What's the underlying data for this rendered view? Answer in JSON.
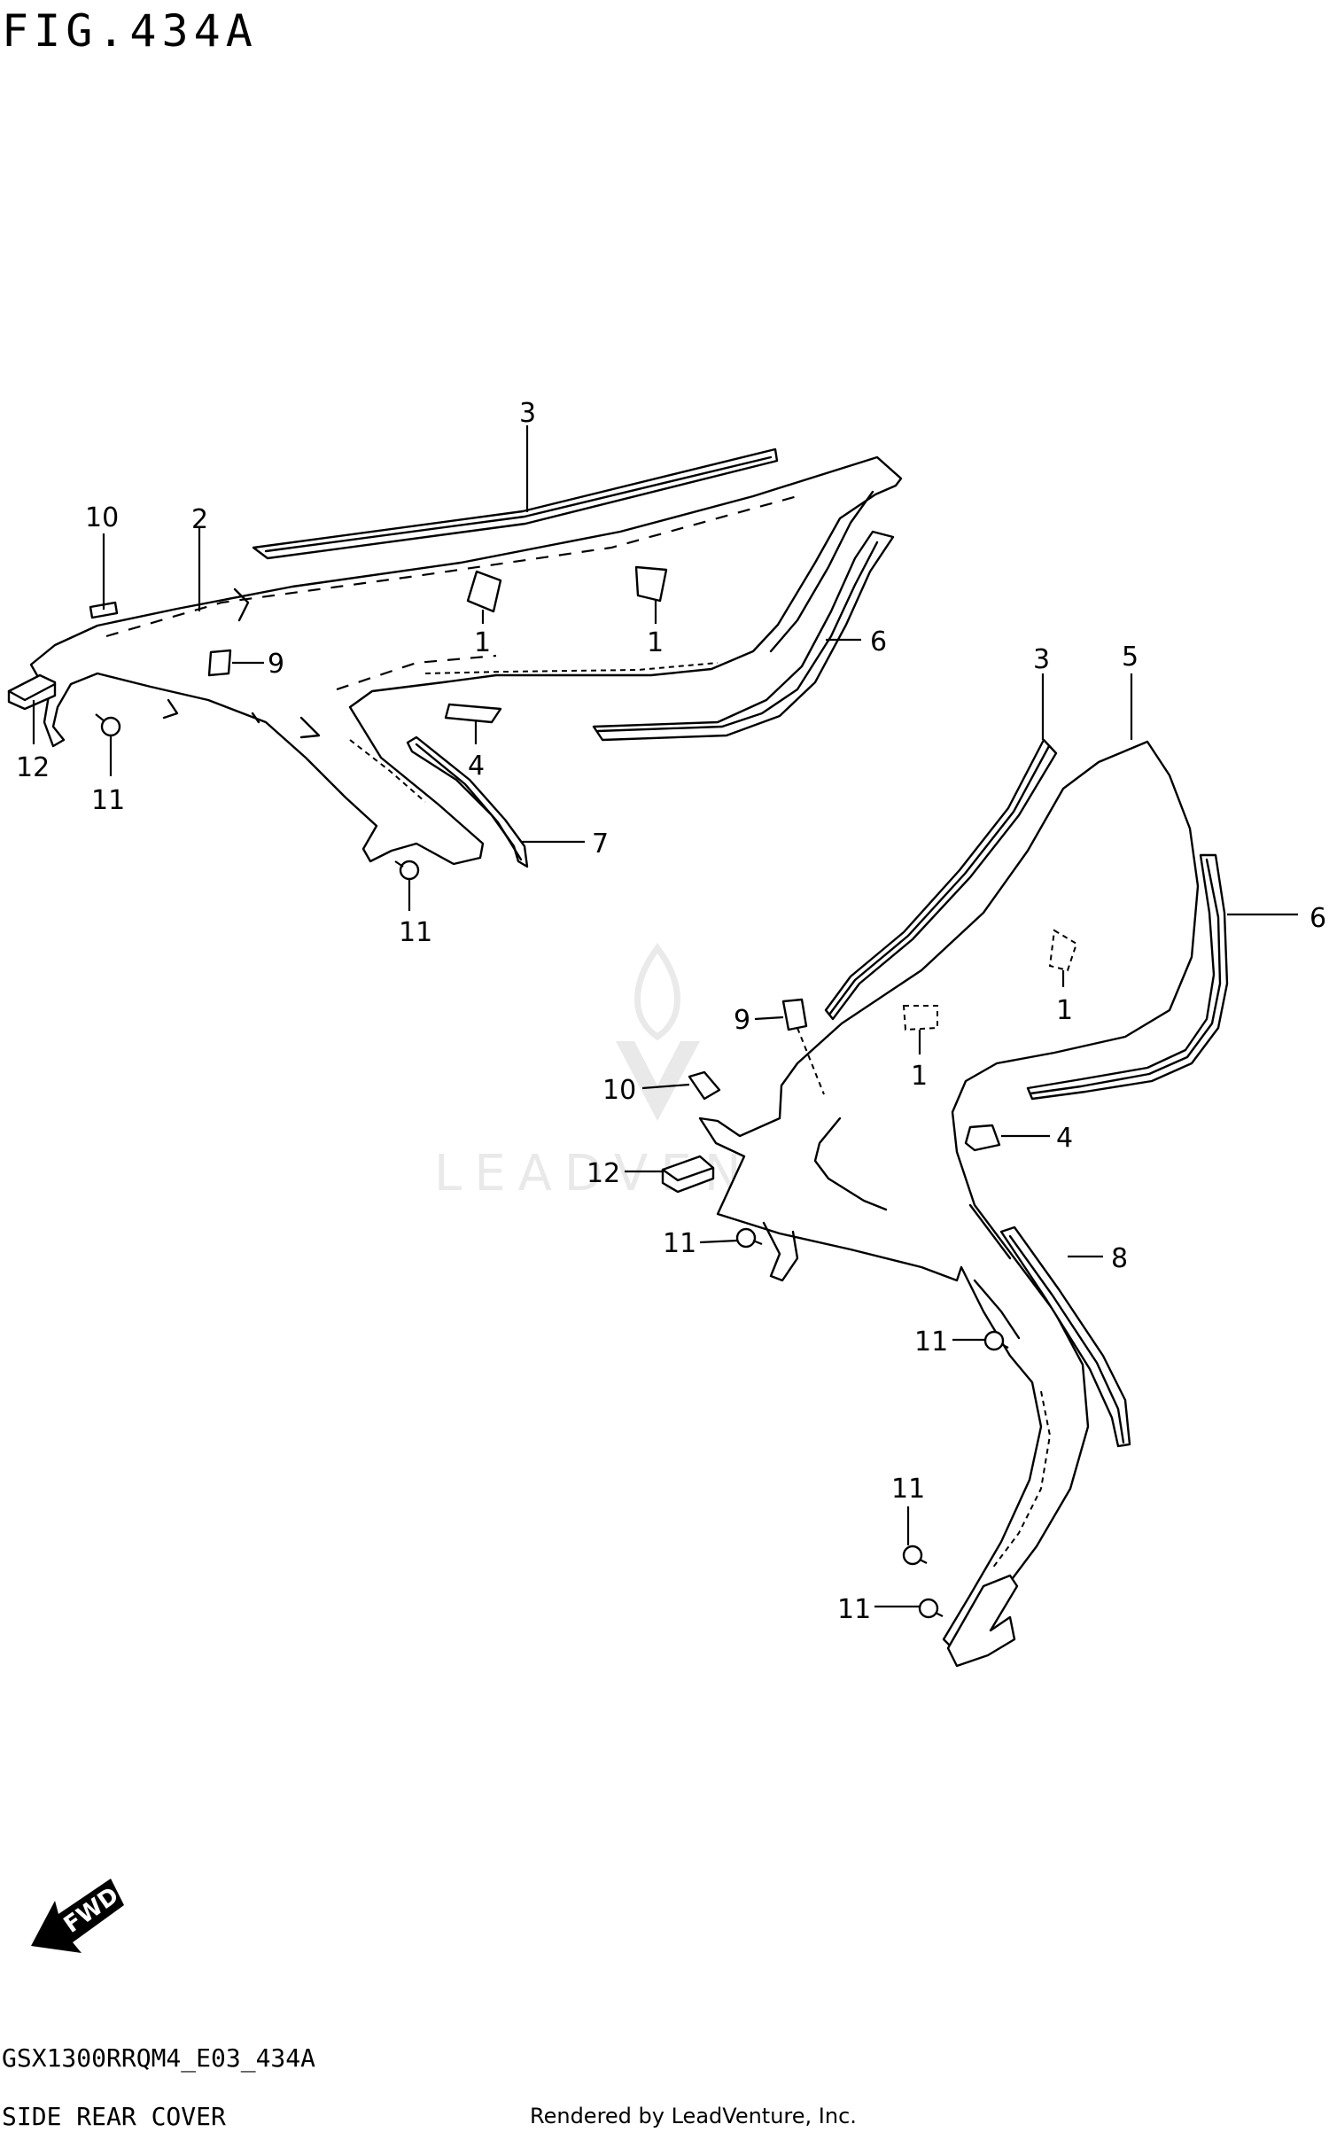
{
  "figure": {
    "title": "FIG.434A",
    "model_code": "GSX1300RRQM4_E03_434A",
    "section_name": "SIDE REAR COVER",
    "render_credit": "Rendered by LeadVenture, Inc.",
    "watermark": "LEADVENTURE",
    "fwd_label": "FWD"
  },
  "callouts": {
    "c3a": "3",
    "c2": "2",
    "c10a": "10",
    "c1a": "1",
    "c1b": "1",
    "c6a": "6",
    "c9a": "9",
    "c12a": "12",
    "c11a": "11",
    "c4a": "4",
    "c7": "7",
    "c11b": "11",
    "c3b": "3",
    "c5": "5",
    "c6b": "6",
    "c1c": "1",
    "c1d": "1",
    "c9b": "9",
    "c10b": "10",
    "c12b": "12",
    "c11c": "11",
    "c4b": "4",
    "c8": "8",
    "c11d": "11",
    "c11e": "11",
    "c11f": "11"
  },
  "colors": {
    "line": "#000000",
    "background": "#ffffff",
    "watermark": "#d8d8d8"
  }
}
